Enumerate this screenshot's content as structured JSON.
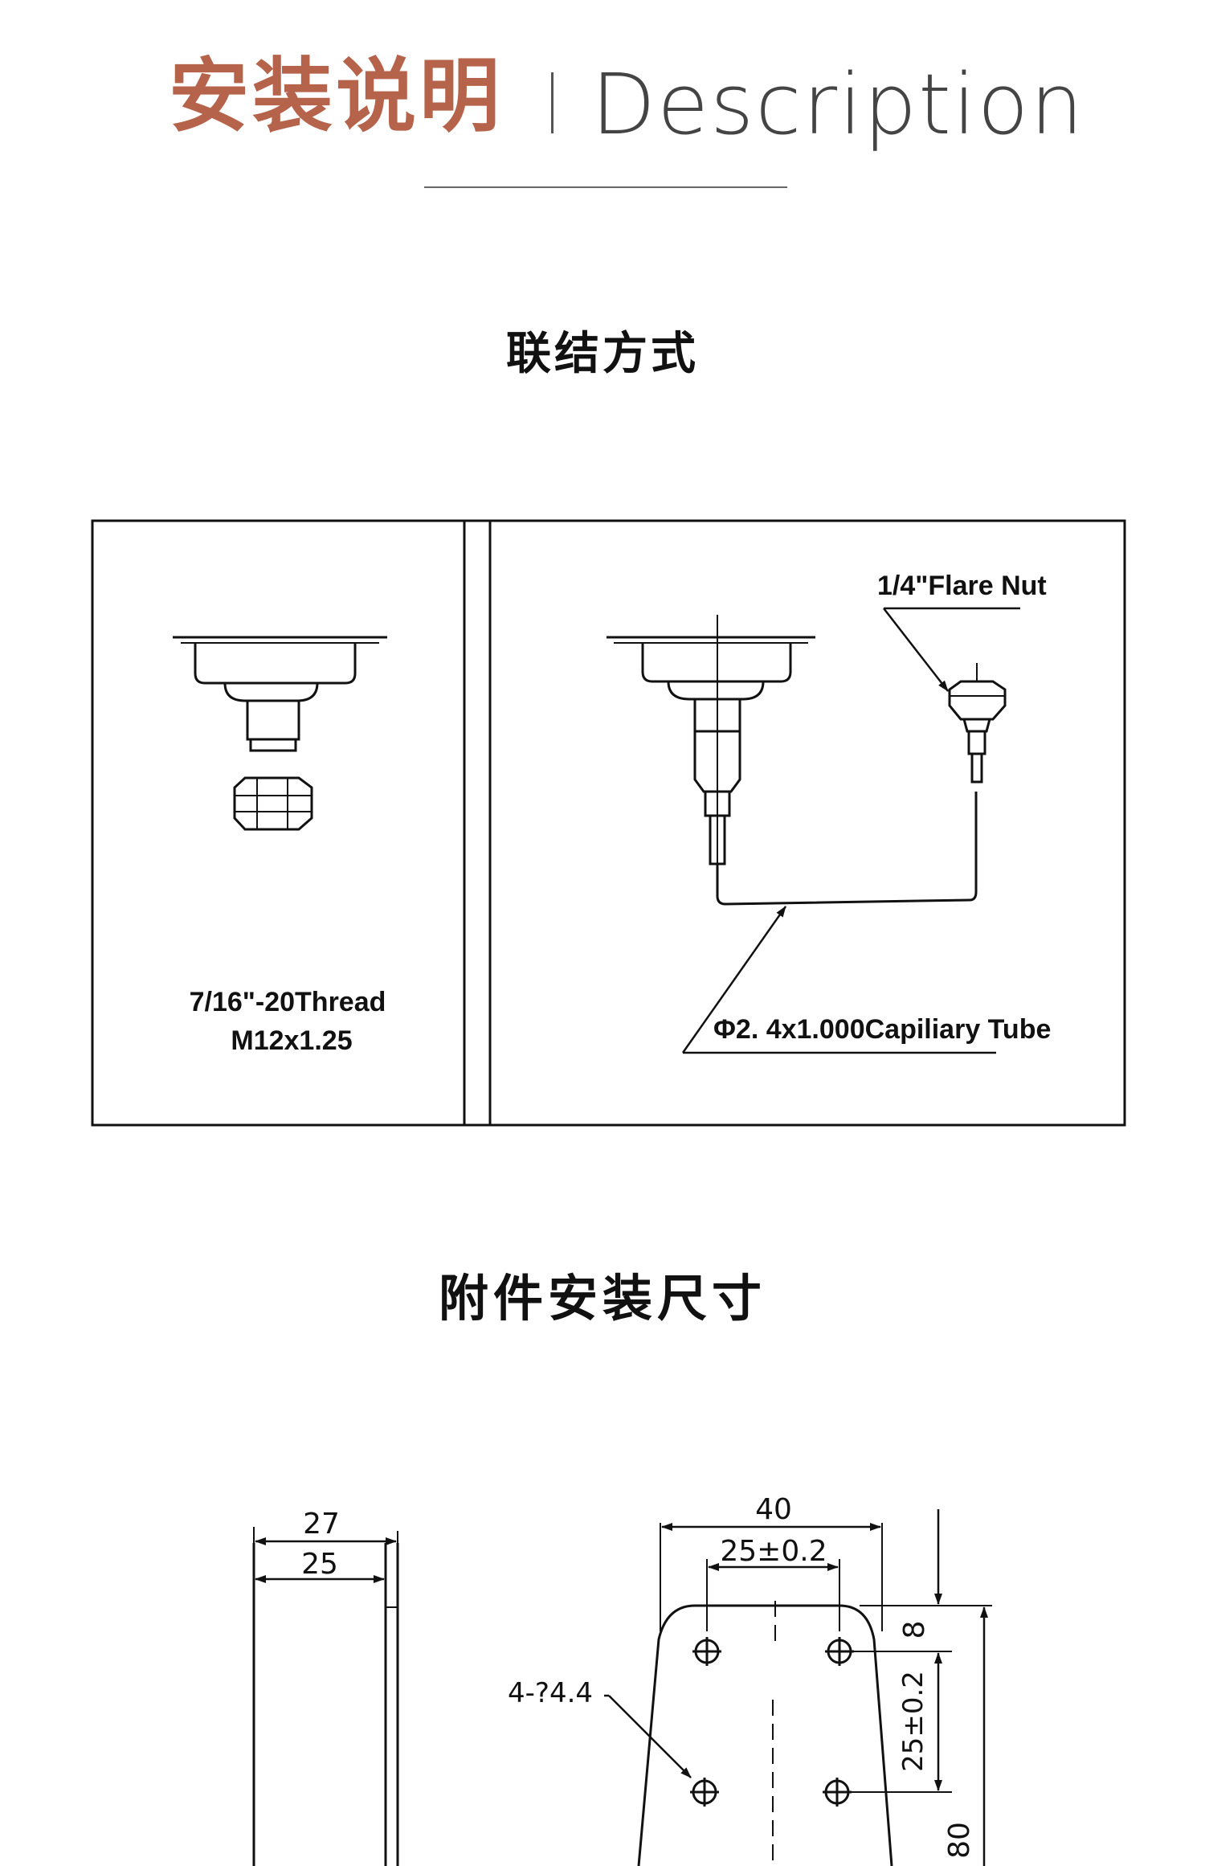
{
  "header": {
    "title_cn": "安装说明",
    "title_en": "Description"
  },
  "sections": {
    "connection": {
      "title": "联结方式"
    },
    "mounting": {
      "title": "附件安装尺寸"
    }
  },
  "connection_diagram": {
    "left_panel": {
      "thread_label": "7/16\"-20Thread",
      "metric_label": "M12x1.25"
    },
    "right_panel": {
      "flare_nut_label": "1/4\"Flare Nut",
      "capillary_label": "Φ2. 4x1.000Capiliary Tube"
    }
  },
  "mounting_diagram": {
    "dim_27": "27",
    "dim_25": "25",
    "dim_40": "40",
    "dim_25_tol": "25±0.2",
    "dim_8": "8",
    "dim_25_tol_vertical": "25±0.2",
    "dim_80": "80",
    "hole_label": "4-?4.4"
  }
}
